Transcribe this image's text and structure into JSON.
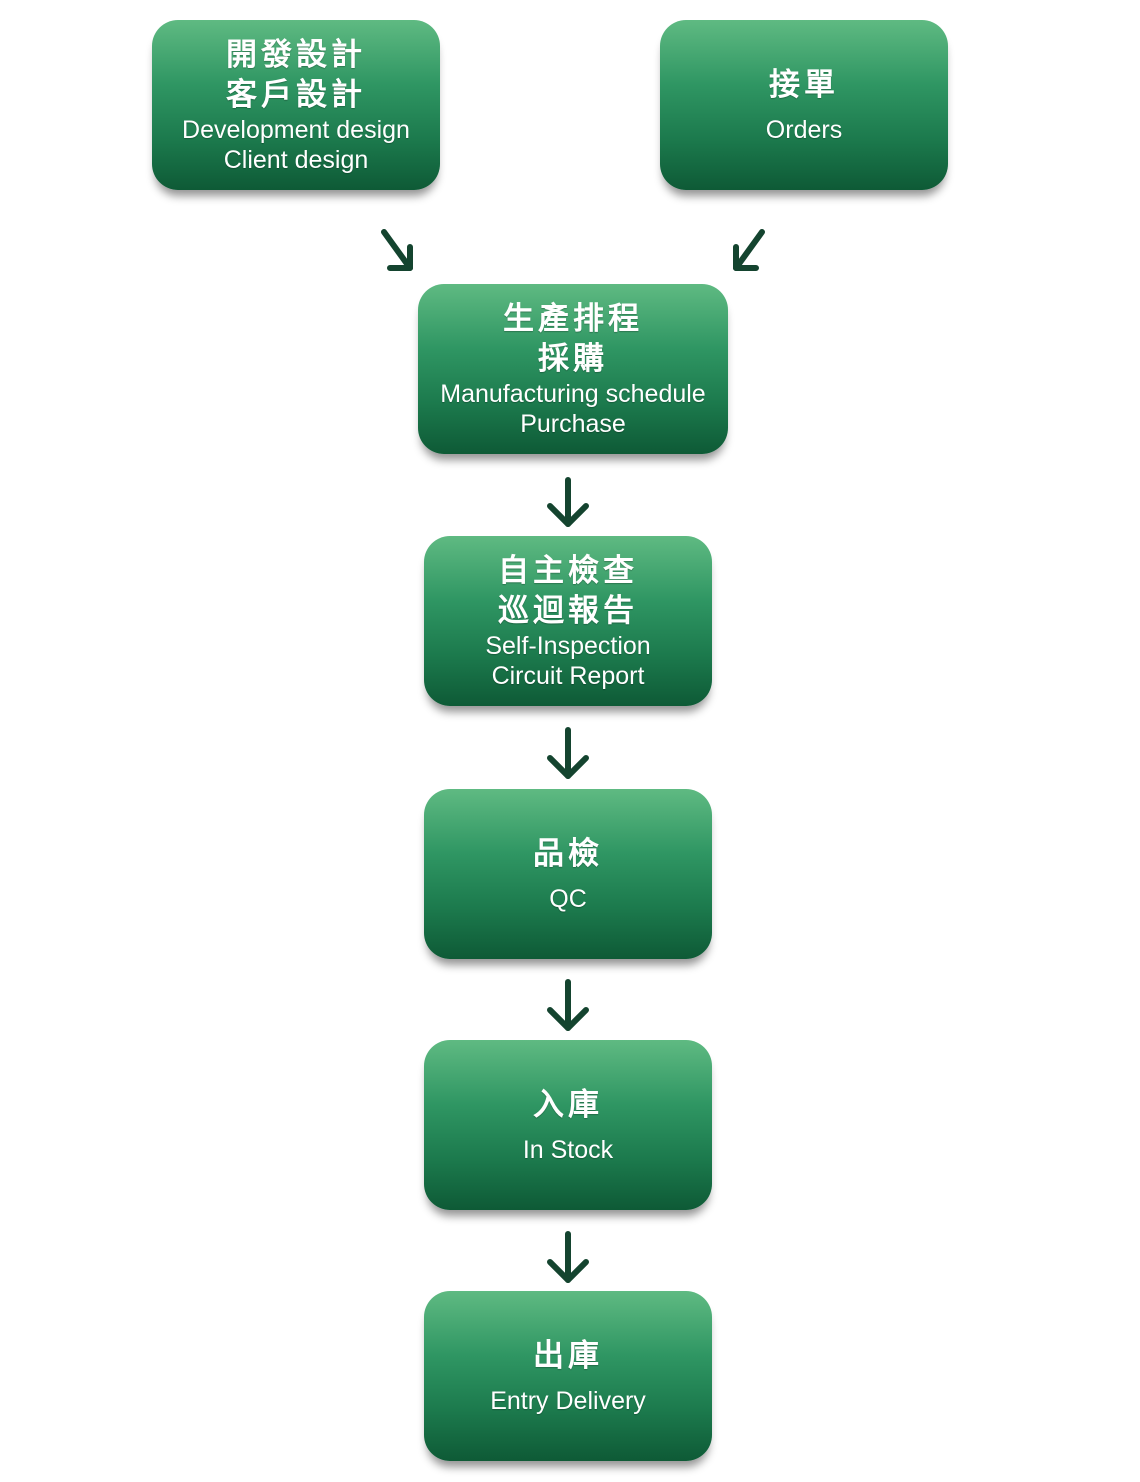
{
  "colors": {
    "box_top": "#5fba82",
    "box_mid": "#1c7a4d",
    "box_bottom": "#0e5a36",
    "arrow": "#14442f",
    "text": "#ffffff"
  },
  "nodes": [
    {
      "id": "design",
      "zh": [
        "開發設計",
        "客戶設計"
      ],
      "en": [
        "Development design",
        "Client design"
      ]
    },
    {
      "id": "orders",
      "zh": [
        "接單"
      ],
      "en": [
        "Orders"
      ]
    },
    {
      "id": "schedule",
      "zh": [
        "生產排程",
        "採購"
      ],
      "en": [
        "Manufacturing schedule",
        "Purchase"
      ]
    },
    {
      "id": "inspection",
      "zh": [
        "自主檢查",
        "巡迴報告"
      ],
      "en": [
        "Self-Inspection",
        "Circuit Report"
      ]
    },
    {
      "id": "qc",
      "zh": [
        "品檢"
      ],
      "en": [
        "QC"
      ]
    },
    {
      "id": "stock",
      "zh": [
        "入庫"
      ],
      "en": [
        "In Stock"
      ]
    },
    {
      "id": "delivery",
      "zh": [
        "出庫"
      ],
      "en": [
        "Entry Delivery"
      ]
    }
  ],
  "edges": [
    {
      "from": "design",
      "to": "schedule"
    },
    {
      "from": "orders",
      "to": "schedule"
    },
    {
      "from": "schedule",
      "to": "inspection"
    },
    {
      "from": "inspection",
      "to": "qc"
    },
    {
      "from": "qc",
      "to": "stock"
    },
    {
      "from": "stock",
      "to": "delivery"
    }
  ]
}
